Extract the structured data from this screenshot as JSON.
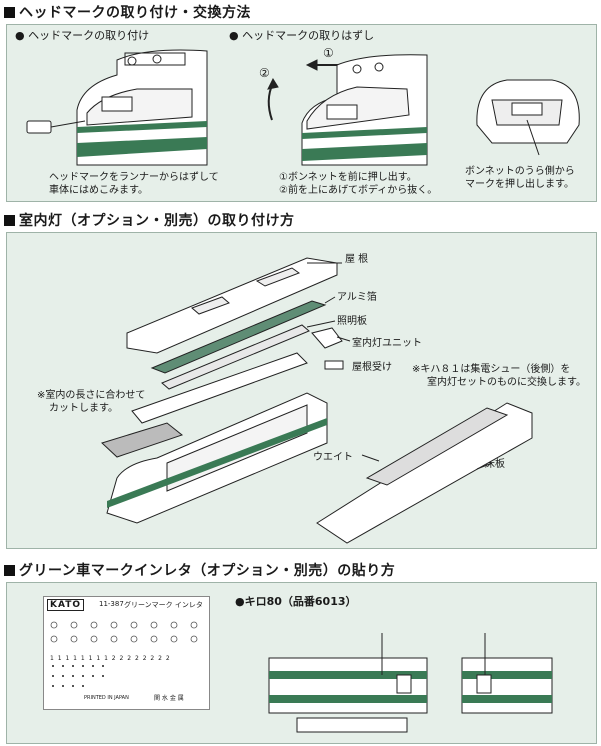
{
  "section1": {
    "title": "ヘッドマークの取り付け・交換方法",
    "sub_left": "ヘッドマークの取り付け",
    "sub_right": "ヘッドマークの取りはずし",
    "step_circle_1": "①",
    "step_circle_2": "②",
    "caption_left_1": "ヘッドマークをランナーからはずして",
    "caption_left_2": "車体にはめこみます。",
    "caption_mid_1": "①ボンネットを前に押し出す。",
    "caption_mid_2": "②前を上にあげてボディから抜く。",
    "caption_right_1": "ボンネットのうら側から",
    "caption_right_2": "マークを押し出します。"
  },
  "section2": {
    "title": "室内灯（オプション・別売）の取り付け方",
    "label_roof": "屋 根",
    "label_foil": "アルミ箔",
    "label_lightplate": "照明板",
    "label_unit": "室内灯ユニット",
    "label_catch": "屋根受け",
    "label_weight": "ウエイト",
    "label_floor": "床板",
    "note_cut_1": "※室内の長さに合わせて",
    "note_cut_2": "カットします。",
    "note_kiha_1": "※キハ８１は集電シュー（後側）を",
    "note_kiha_2": "室内灯セットのものに交換します。"
  },
  "section3": {
    "title": "グリーン車マークインレタ（オプション・別売）の貼り方",
    "car_label": "●キロ80（品番6013）",
    "decal_brand": "KATO",
    "decal_code": "11-387",
    "decal_title": "グリーンマーク インレタ",
    "decal_printed": "PRINTED IN JAPAN",
    "decal_maker": "関 水 金 属",
    "decal_numbers": "1 1 1 1 1 1 1 1 2 2 2 2 2 2 2 2"
  },
  "colors": {
    "panel_bg": "#e6efe9",
    "stripe_green": "#3a7a55",
    "ink": "#1a1a1a"
  }
}
